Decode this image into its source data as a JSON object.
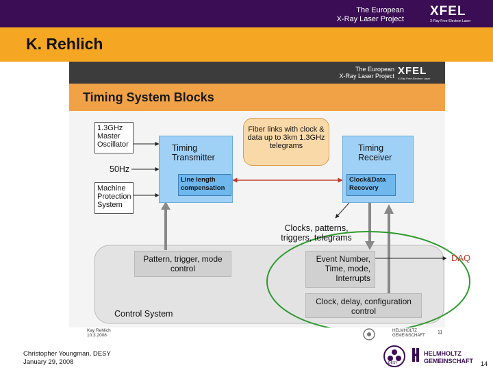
{
  "header": {
    "brand_line1": "The European",
    "brand_line2": "X-Ray Laser Project",
    "logo": "XFEL",
    "logo_tag": "X-Ray Free-Electron Laser",
    "speaker": "K. Rehlich"
  },
  "slide": {
    "brand_line1": "The European",
    "brand_line2": "X-Ray Laser Project",
    "logo": "XFEL",
    "logo_tag": "X-Ray Free-Electron Laser",
    "title": "Timing System Blocks",
    "master_oscillator": "1.3GHz Master Oscillator",
    "hz_label": "50Hz",
    "machine_protection": "Machine Protection System",
    "transmitter": "Timing Transmitter",
    "line_length": "Line length compensation",
    "fiber_bubble": "Fiber links with clock & data up to 3km 1.3GHz telegrams",
    "receiver": "Timing Receiver",
    "clock_data_recovery": "Clock&Data Recovery",
    "outputs_label": "Clocks, patterns, triggers, telegrams",
    "pattern_box": "Pattern, trigger, mode control",
    "event_box": "Event Number, Time, mode, Interrupts",
    "clock_box": "Clock, delay, configuration control",
    "control_system": "Control System",
    "daq": "DAQ",
    "footer_author": "Kay Rehlich",
    "footer_date": "10.3.2008",
    "footer_page": "11",
    "footer_helmholtz": "HELMHOLTZ",
    "footer_gemeinschaft": "GEMEINSCHAFT"
  },
  "footer": {
    "presenter": "Christopher Youngman, DESY",
    "date": "January 29, 2008",
    "desy_logo": "DESY",
    "helmholtz": "HELMHOLTZ",
    "gemeinschaft": "GEMEINSCHAFT",
    "page_number": "14"
  },
  "colors": {
    "banner": "#3a0d55",
    "orange": "#f5a623",
    "blue_box": "#9fd0f5",
    "ellipse": "#2e9a2e",
    "daq": "#c0392b"
  }
}
